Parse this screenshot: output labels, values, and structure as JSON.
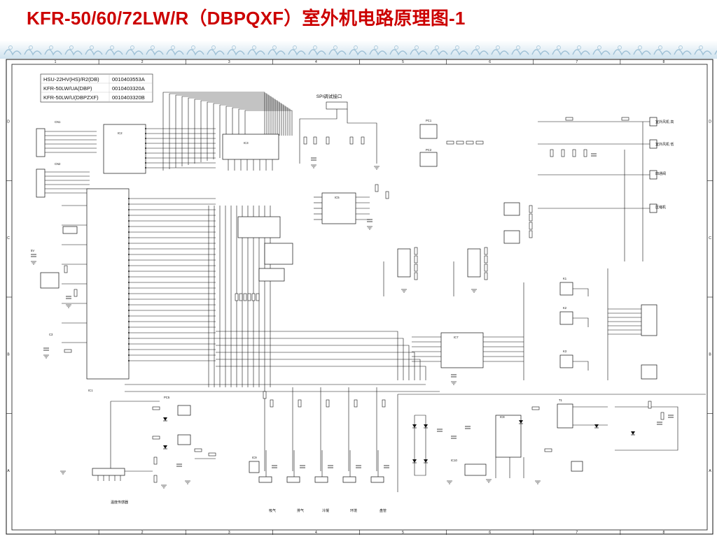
{
  "slide": {
    "title": "KFR-50/60/72LW/R（DBPQXF）室外机电路原理图-1"
  },
  "colors": {
    "title": "#cc0000",
    "banner": "#8fb6cf",
    "ink": "#111111"
  },
  "model_table": [
    {
      "model": "HSU-22HV(HS)/R2(DB)",
      "code": "0010403553A"
    },
    {
      "model": "KFR-50LW/UA(DBP)",
      "code": "0010403320A"
    },
    {
      "model": "KFR-50LW/U(DBPZXF)",
      "code": "0010403320B"
    }
  ],
  "border": {
    "cols": [
      "1",
      "2",
      "3",
      "4",
      "5",
      "6",
      "7",
      "8"
    ],
    "rows": [
      "D",
      "C",
      "B",
      "A"
    ]
  },
  "labels": {
    "top_center": "SPI调试接口",
    "bottom_names": [
      "吸气",
      "排气",
      "冷凝",
      "环境",
      "盘管"
    ],
    "bottom_left": "温度传感器",
    "right_outputs": [
      "室外风机 高",
      "室外风机 低",
      "四通阀",
      "压缩机"
    ]
  }
}
